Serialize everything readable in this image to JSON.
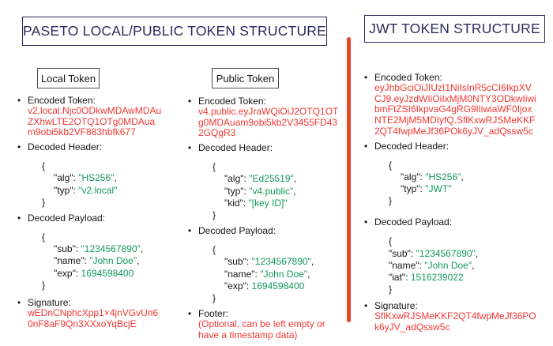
{
  "colors": {
    "navy": "#2d2a5a",
    "red_text": "#f23733",
    "red_divider": "#e7472d",
    "green": "#12995c"
  },
  "paseto": {
    "title": "PASETO LOCAL/PUBLIC TOKEN STRUCTURE",
    "local": {
      "box_label": "Local Token",
      "sections": [
        {
          "type": "token",
          "label": "Encoded Token:",
          "value": "v2.local.Njc0ODkwMDAwMDAuZXhwLTE2OTQ1OTg0MDAuam9obi5kb2VF883hbfk677"
        },
        {
          "type": "json",
          "label": "Decoded Header:",
          "lines": [
            {
              "i": 0,
              "pre": "{",
              "val": "",
              "post": ""
            },
            {
              "i": 1,
              "pre": "\"alg\": ",
              "val": "\"HS256\"",
              "post": ","
            },
            {
              "i": 1,
              "pre": "\"typ\": ",
              "val": "\"v2.local\"",
              "post": ""
            },
            {
              "i": 0,
              "pre": "}",
              "val": "",
              "post": ""
            }
          ]
        },
        {
          "type": "json",
          "label": "Decoded Payload:",
          "lines": [
            {
              "i": 0,
              "pre": "{",
              "val": "",
              "post": ""
            },
            {
              "i": 1,
              "pre": "\"sub\": ",
              "val": "\"1234567890\"",
              "post": ","
            },
            {
              "i": 1,
              "pre": "\"name\": ",
              "val": "\"John Doe\"",
              "post": ","
            },
            {
              "i": 1,
              "pre": "\"exp\": ",
              "val": "1694598400",
              "post": ""
            },
            {
              "i": 0,
              "pre": "}",
              "val": "",
              "post": ""
            }
          ]
        },
        {
          "type": "token",
          "label": "Signature:",
          "value": "wEDnCNphcXpp1×4jnVGvUn60nF8aF9Qn3XXxoYqBcjE"
        }
      ]
    },
    "public": {
      "box_label": "Public Token",
      "sections": [
        {
          "type": "token",
          "label": "Encoded Token:",
          "value": "v4.public.eyJraWQiOiJ2OTQ1OTg0MDAuam9obi5kb2V3455FD432GQgR3"
        },
        {
          "type": "json",
          "label": "Decoded Header:",
          "lines": [
            {
              "i": 0,
              "pre": "{",
              "val": "",
              "post": ""
            },
            {
              "i": 1,
              "pre": "\"alg\": ",
              "val": "\"Ed25519\"",
              "post": ","
            },
            {
              "i": 1,
              "pre": "\"typ\": ",
              "val": "\"v4.public\"",
              "post": ","
            },
            {
              "i": 1,
              "pre": "\"kid\": ",
              "val": "\"[key ID]\"",
              "post": ""
            },
            {
              "i": 0,
              "pre": "}",
              "val": "",
              "post": ""
            }
          ]
        },
        {
          "type": "json",
          "label": "Decoded Payload:",
          "lines": [
            {
              "i": 0,
              "pre": "{",
              "val": "",
              "post": ""
            },
            {
              "i": 1,
              "pre": "\"sub\": ",
              "val": "\"1234567890\"",
              "post": ","
            },
            {
              "i": 1,
              "pre": "\"name\": ",
              "val": "\"John Doe\"",
              "post": ","
            },
            {
              "i": 1,
              "pre": "\"exp\": ",
              "val": "1694598400",
              "post": ""
            },
            {
              "i": 0,
              "pre": "}",
              "val": "",
              "post": ""
            }
          ]
        },
        {
          "type": "note",
          "label": "Footer:",
          "value": "(Optional, can be left empty or have a timestamp data)"
        }
      ]
    }
  },
  "jwt": {
    "title": "JWT TOKEN STRUCTURE",
    "sections": [
      {
        "type": "token",
        "label": "Encoded Token:",
        "value": "eyJhbGciOiJIUzI1NiIsInR5cCI6IkpXVCJ9.eyJzdWIiOiIxMjM0NTY3ODkwIiwibmFtZSI6IkpvaG4gRG9lIiwiaWF0IjoxNTE2MjM5MDIyfQ.SflKxwRJSMeKKF2QT4fwpMeJf36POk6yJV_adQssw5c"
      },
      {
        "type": "json",
        "label": "Decoded Header:",
        "lines": [
          {
            "i": 0,
            "pre": "{",
            "val": "",
            "post": ""
          },
          {
            "i": 1,
            "pre": "\"alg\": ",
            "val": "\"HS256\"",
            "post": ","
          },
          {
            "i": 1,
            "pre": "\"typ\": ",
            "val": "\"JWT\"",
            "post": ""
          },
          {
            "i": 0,
            "pre": "}",
            "val": "",
            "post": ""
          }
        ]
      },
      {
        "type": "json",
        "label": "Decoded Payload:",
        "lines": [
          {
            "i": 0,
            "pre": "{",
            "val": "",
            "post": ""
          },
          {
            "i": 0,
            "pre": "\"sub\": ",
            "val": "\"1234567890\"",
            "post": ","
          },
          {
            "i": 0,
            "pre": "\"name\": ",
            "val": "\"John Doe\"",
            "post": ","
          },
          {
            "i": 0,
            "pre": "\"iat\": ",
            "val": "1516239022",
            "post": ""
          },
          {
            "i": 0,
            "pre": "}",
            "val": "",
            "post": ""
          }
        ]
      },
      {
        "type": "token",
        "label": "Signature:",
        "value": "SflKxwRJSMeKKF2QT4fwpMeJf36POk6yJV_adQssw5c"
      }
    ]
  }
}
